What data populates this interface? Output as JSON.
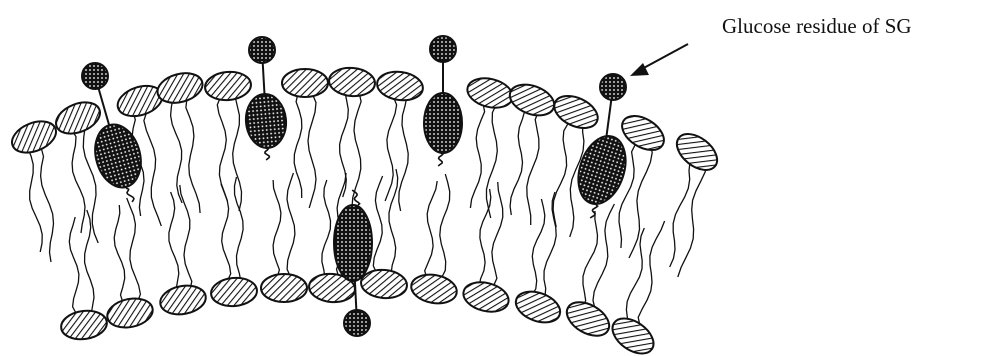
{
  "diagram": {
    "annotation_label": "Glucose residue of SG",
    "colors": {
      "ink": "#111111",
      "paper": "#ffffff"
    },
    "parts": {
      "lipid_head": "hatched-ellipse",
      "lipid_tail": "wavy-line",
      "sterol_body": "stippled-ellipse",
      "glucose_residue": "stippled-circle",
      "pointer": "arrow"
    }
  }
}
